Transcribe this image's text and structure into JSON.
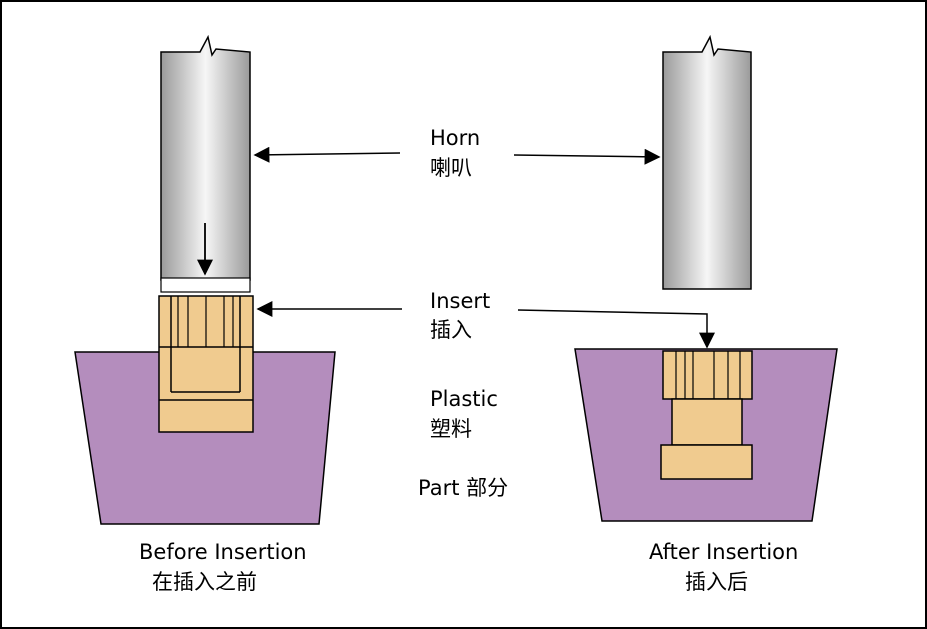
{
  "labels": {
    "horn_en": "Horn",
    "horn_zh": "喇叭",
    "insert_en": "Insert",
    "insert_zh": "插入",
    "plastic_en": "Plastic",
    "plastic_zh": "塑料",
    "part": "Part 部分",
    "before_en": "Before Insertion",
    "before_zh": "在插入之前",
    "after_en": "After Insertion",
    "after_zh": "插入后"
  },
  "colors": {
    "plastic": "#b48dbd",
    "insert": "#f0cb8f",
    "horn_dark": "#9a9a9a",
    "horn_light": "#f6f6f6",
    "outline": "#000000",
    "background": "#ffffff"
  }
}
